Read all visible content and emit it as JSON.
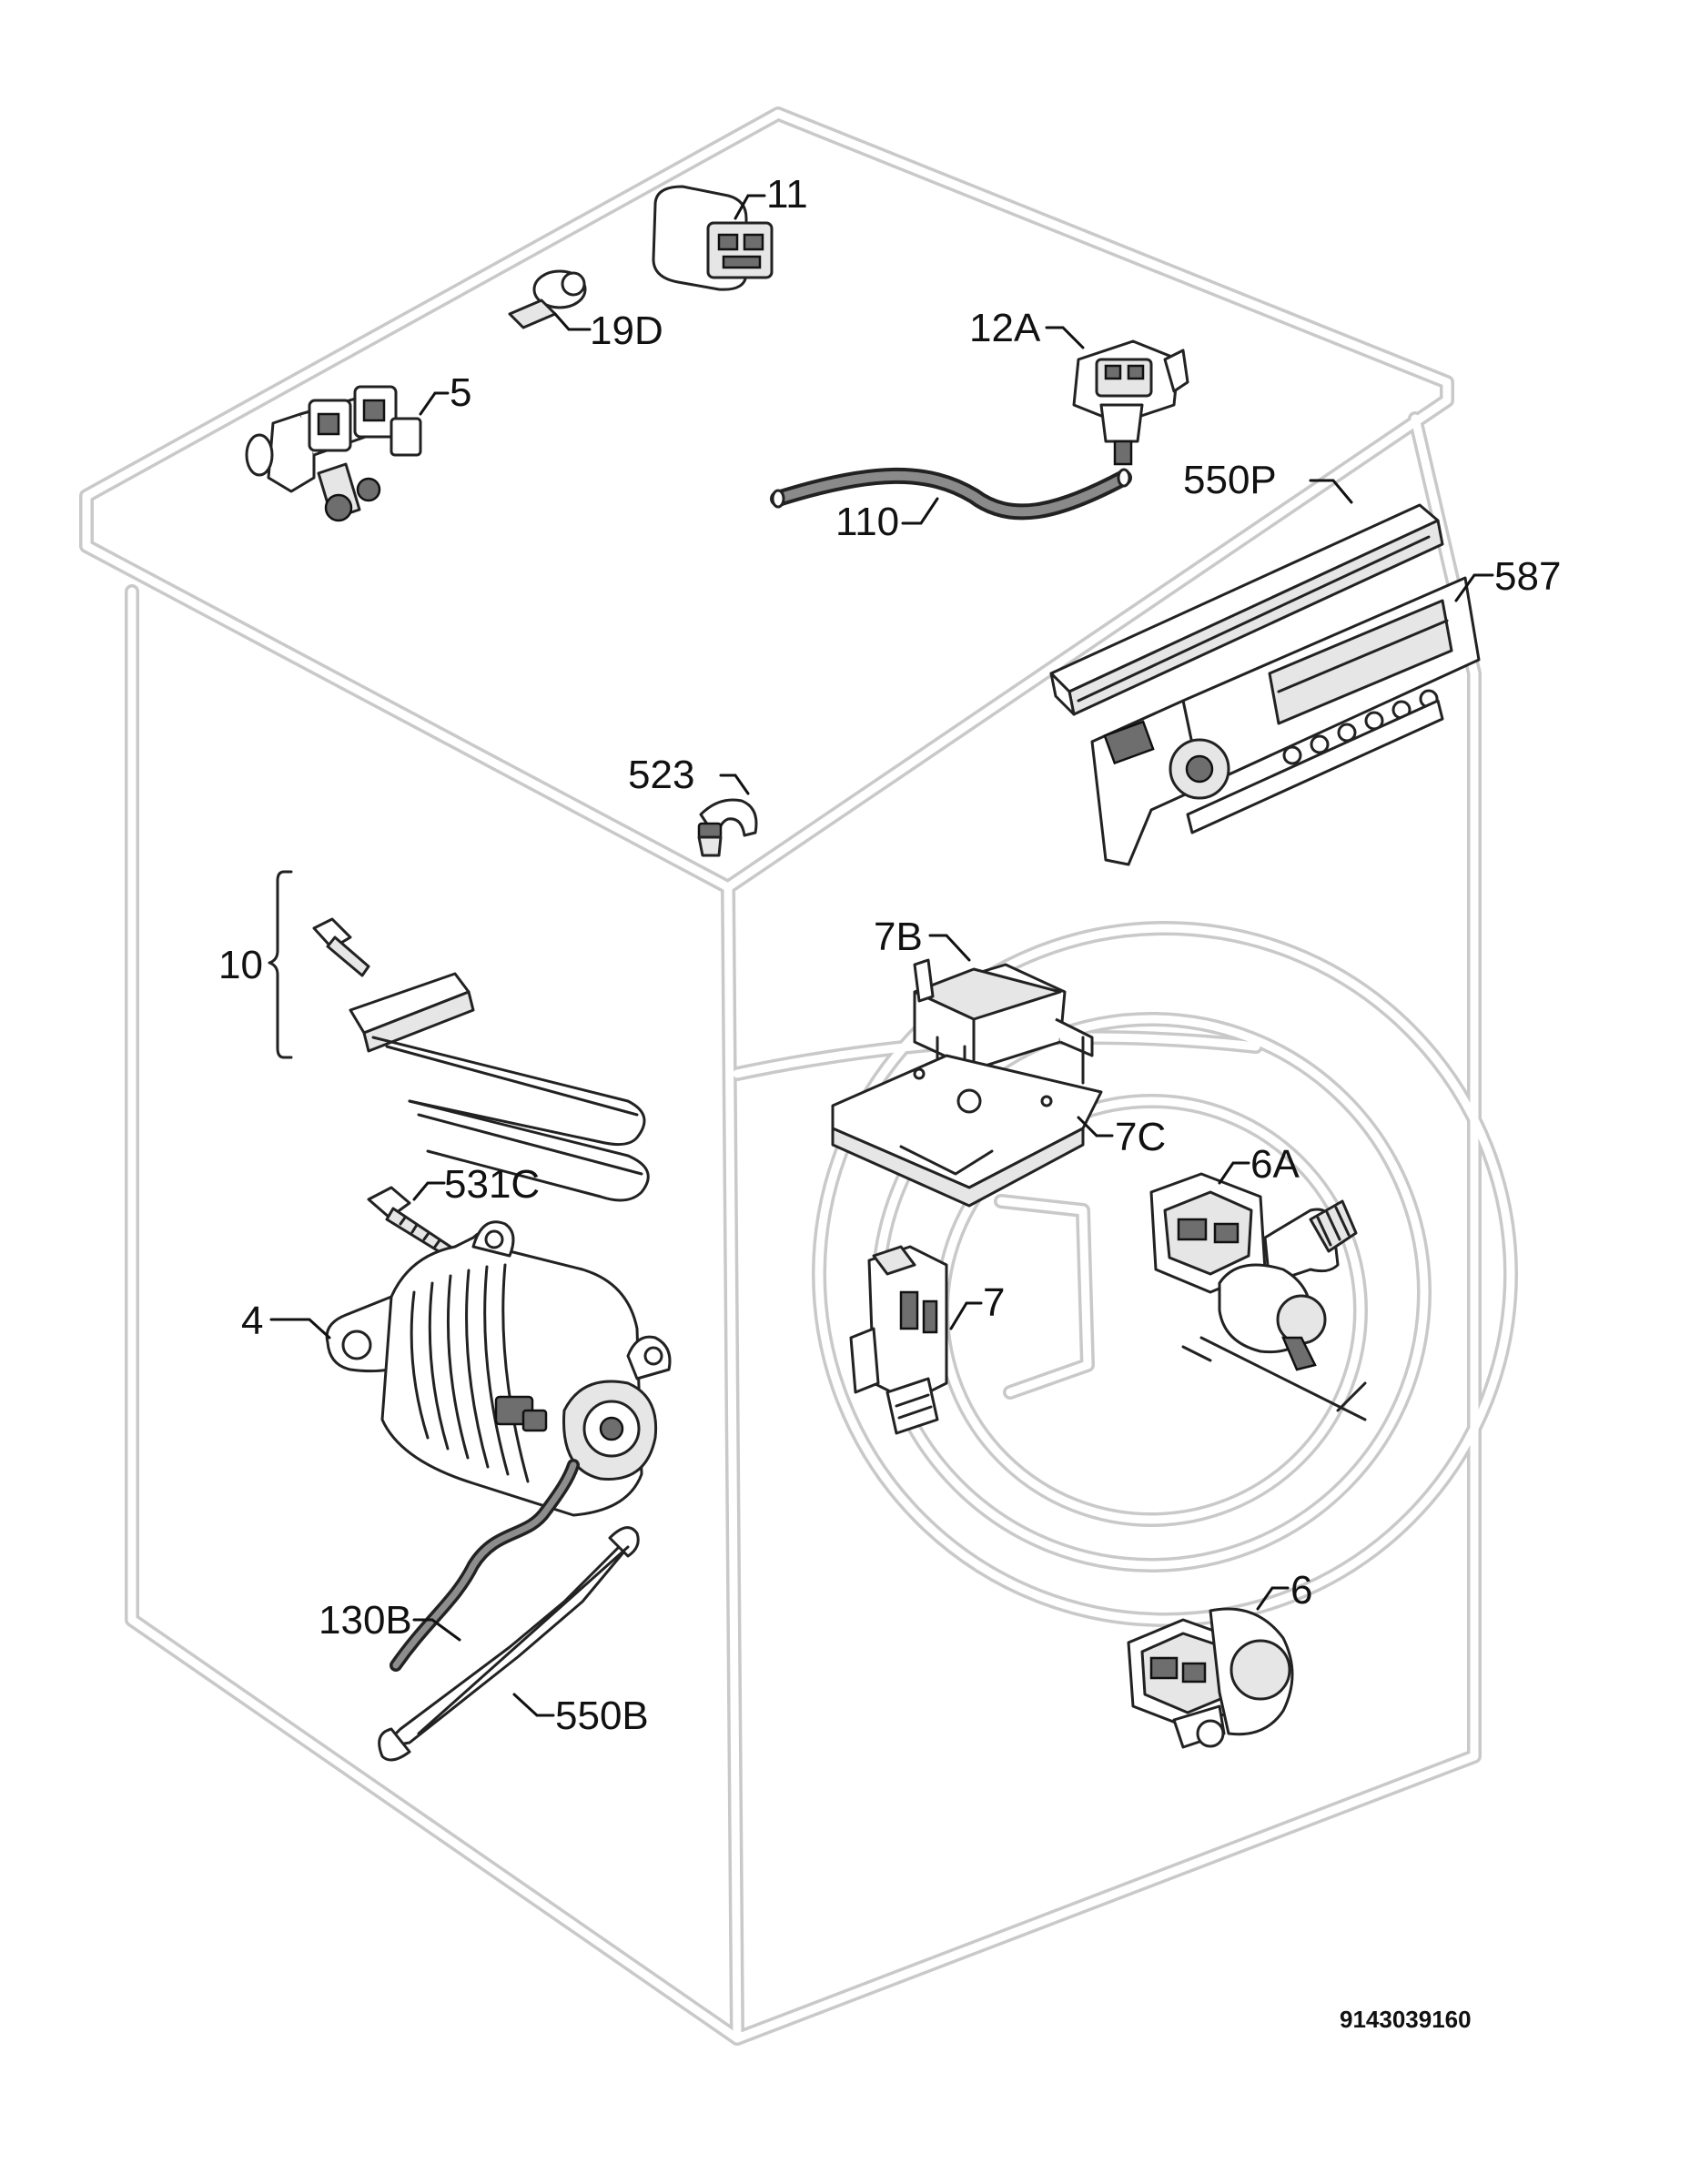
{
  "diagram": {
    "callouts": [
      {
        "id": "11",
        "label": "11"
      },
      {
        "id": "19D",
        "label": "19D"
      },
      {
        "id": "5",
        "label": "5"
      },
      {
        "id": "12A",
        "label": "12A"
      },
      {
        "id": "550P",
        "label": "550P"
      },
      {
        "id": "110",
        "label": "110"
      },
      {
        "id": "587",
        "label": "587"
      },
      {
        "id": "523",
        "label": "523"
      },
      {
        "id": "10",
        "label": "10"
      },
      {
        "id": "7B",
        "label": "7B"
      },
      {
        "id": "7C",
        "label": "7C"
      },
      {
        "id": "6A",
        "label": "6A"
      },
      {
        "id": "531C",
        "label": "531C"
      },
      {
        "id": "7",
        "label": "7"
      },
      {
        "id": "4",
        "label": "4"
      },
      {
        "id": "6",
        "label": "6"
      },
      {
        "id": "130B",
        "label": "130B"
      },
      {
        "id": "550B",
        "label": "550B"
      }
    ],
    "drawing_number": "9143039160"
  }
}
